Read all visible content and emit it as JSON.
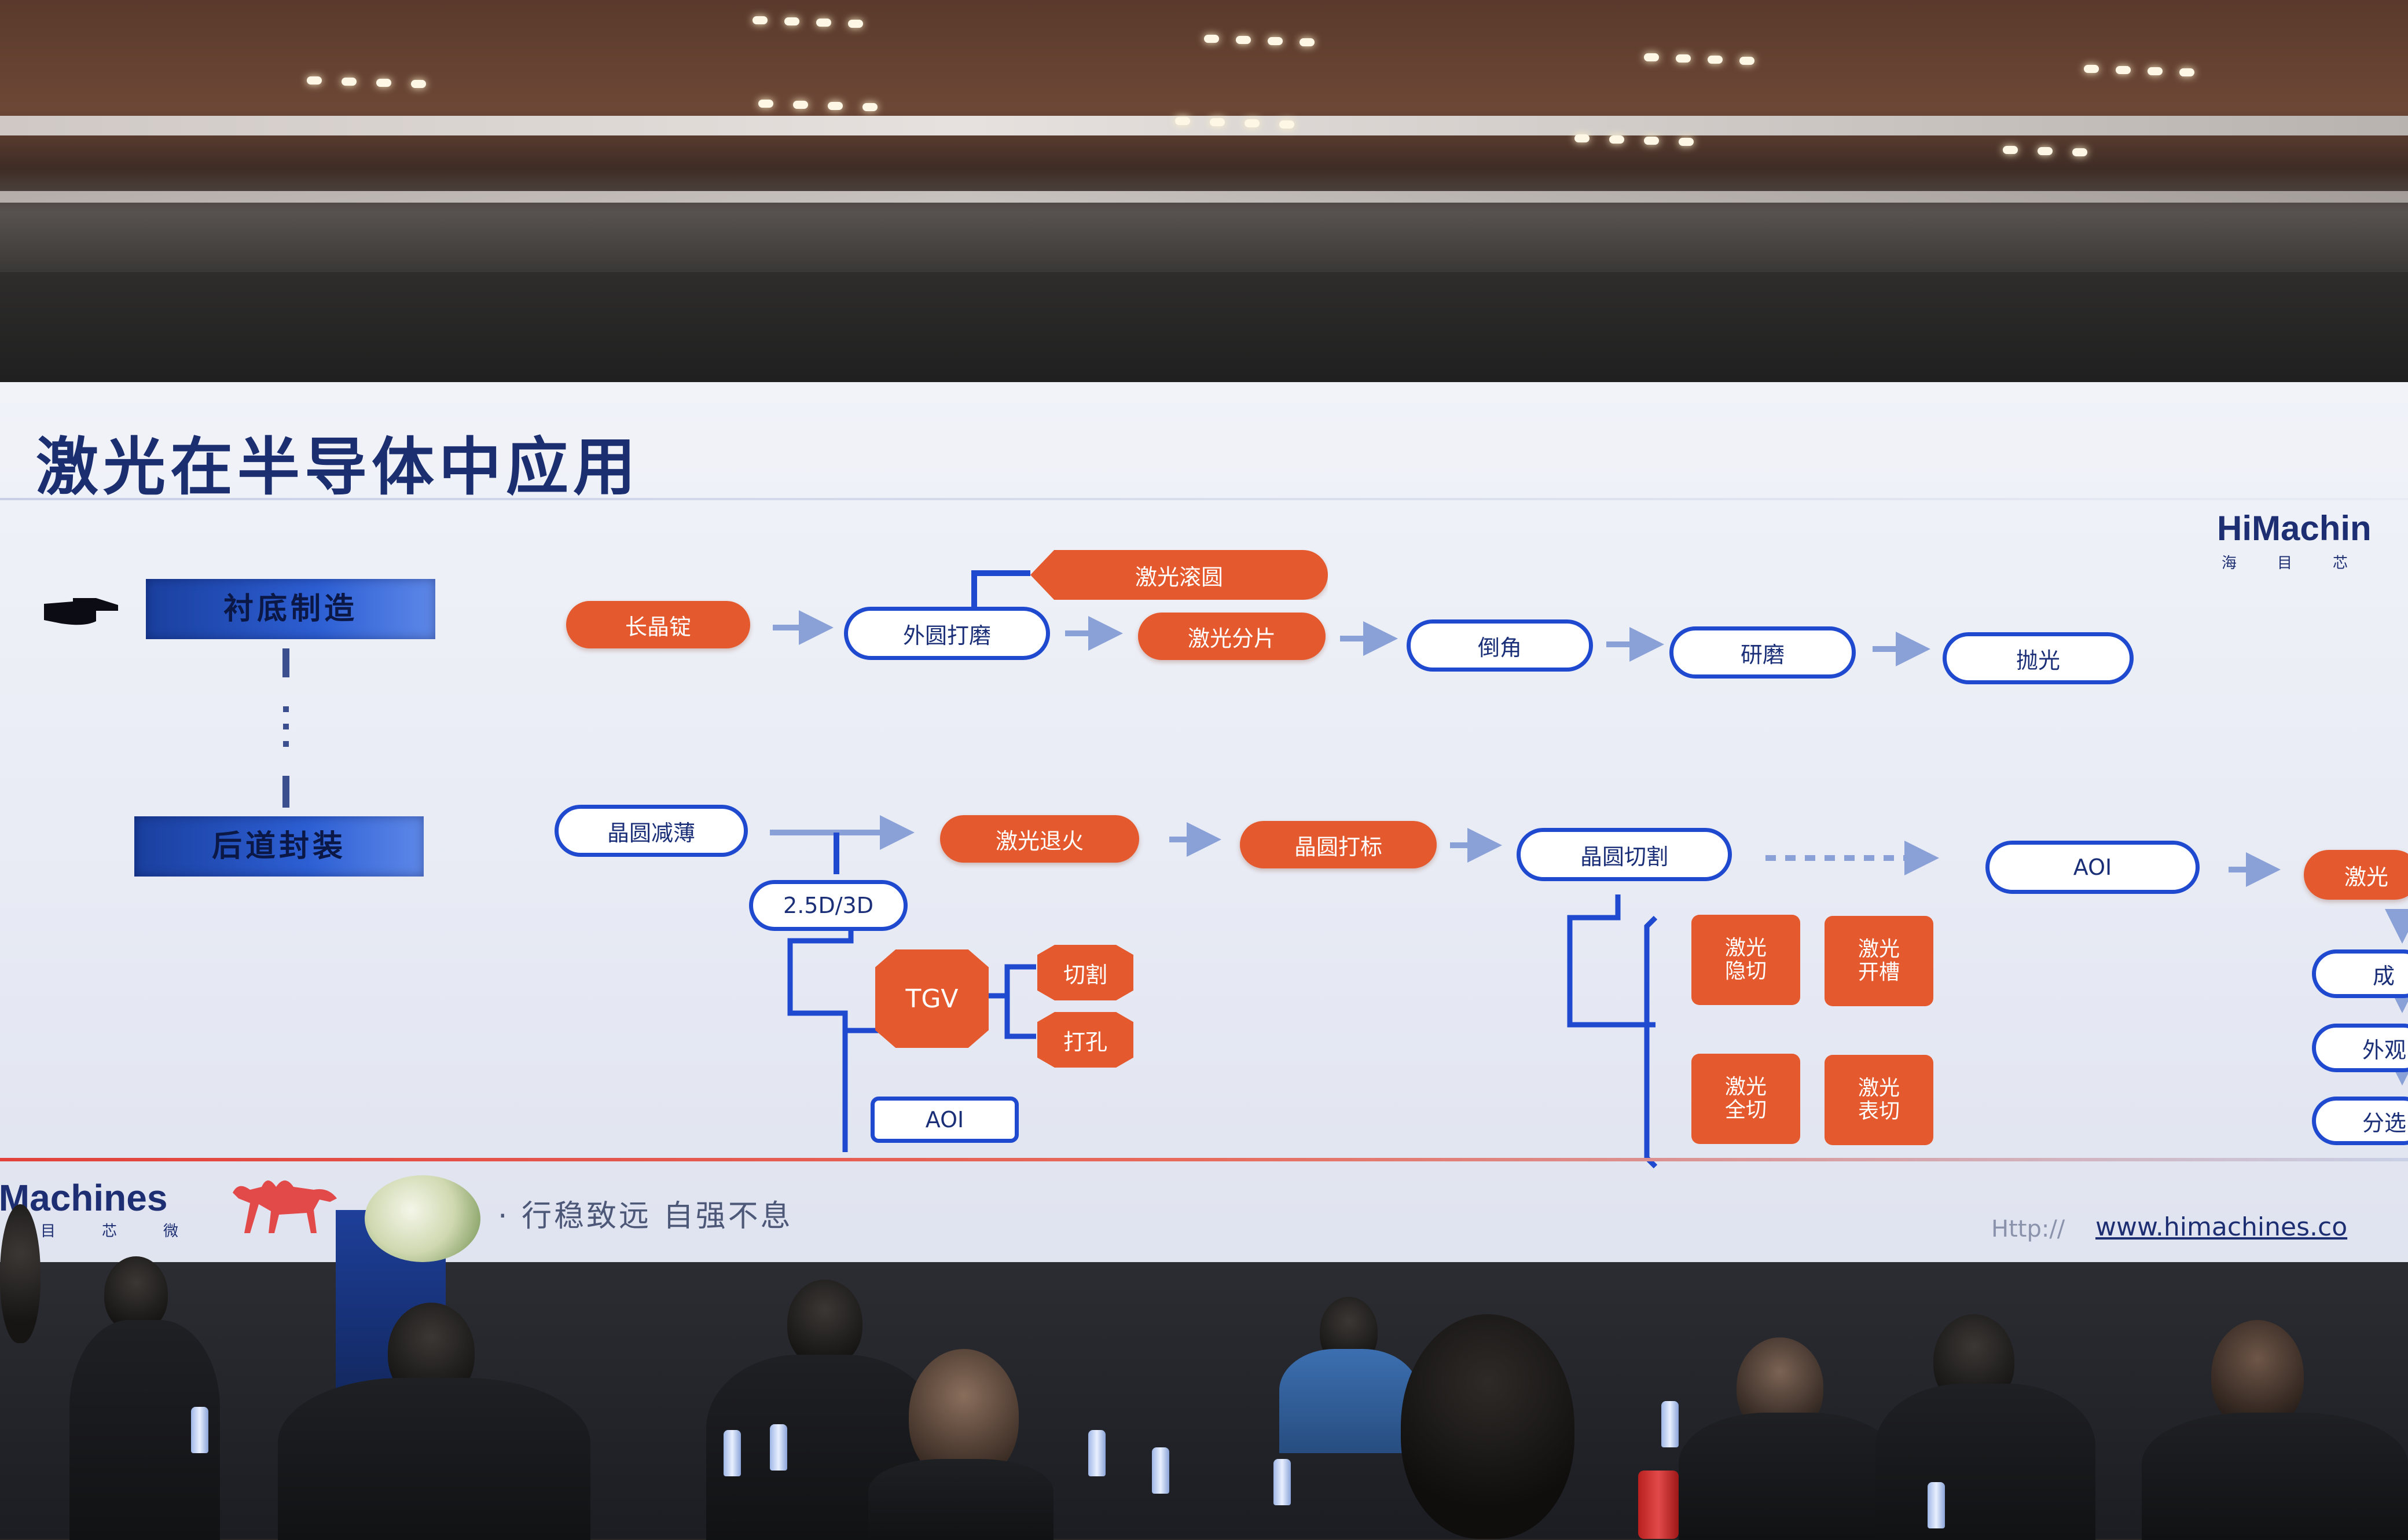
{
  "slide": {
    "title": "激光在半导体中应用",
    "brand": "HiMachin",
    "brand_sub": "海目芯",
    "footer_brand": "iMachines",
    "footer_brand_sub": "目芯微",
    "slogan": "· 行稳致远  自强不息",
    "url_prefix": "Http://",
    "url": "www.himachines.co"
  },
  "sections": {
    "substrate": "衬底制造",
    "packaging": "后道封装"
  },
  "row1": {
    "ingot": "长晶锭",
    "grinding": "外圆打磨",
    "laser_rounding": "激光滚圆",
    "laser_slicing": "激光分片",
    "chamfer": "倒角",
    "lapping": "研磨",
    "polishing": "抛光"
  },
  "row2": {
    "thinning": "晶圆减薄",
    "pkg_25d3d": "2.5D/3D",
    "laser_annealing": "激光退火",
    "marking": "晶圆打标",
    "dicing": "晶圆切割",
    "aoi": "AOI",
    "laser_edge": "激光",
    "tgv": "TGV",
    "cut": "切割",
    "drill": "打孔",
    "aoi_small": "AOI",
    "stealth": "激光\n隐切",
    "grooving": "激光\n开槽",
    "full_cut": "激光\n全切",
    "surface_cut": "激光\n表切",
    "right_1": "成",
    "right_2": "外观",
    "right_3": "分选"
  },
  "colors": {
    "title_blue": "#1b2f70",
    "node_red": "#e45a2e",
    "node_blue_border": "#1f4ad0",
    "footer_red": "#e2413b"
  }
}
